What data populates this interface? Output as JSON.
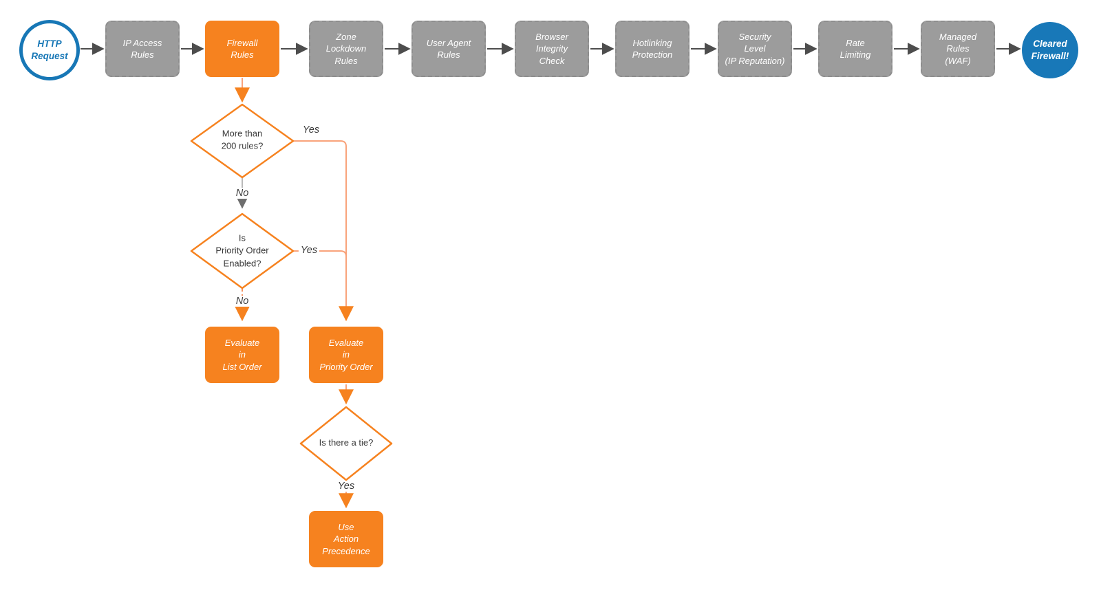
{
  "diagram": {
    "type": "flowchart",
    "palette": {
      "orange": "#F6821F",
      "orange_light_line": "#F9A37B",
      "blue": "#1878B8",
      "gray_node": "#9C9C9C",
      "arrow_gray": "#4D4D4D",
      "text_dark": "#3A3A3A"
    },
    "start": {
      "label": "HTTP\nRequest"
    },
    "end": {
      "label": "Cleared\nFirewall!"
    },
    "top_row": [
      {
        "label": "IP Access\nRules",
        "style": "gray"
      },
      {
        "label": "Firewall\nRules",
        "style": "orange"
      },
      {
        "label": "Zone\nLockdown\nRules",
        "style": "gray"
      },
      {
        "label": "User Agent\nRules",
        "style": "gray"
      },
      {
        "label": "Browser\nIntegrity\nCheck",
        "style": "gray"
      },
      {
        "label": "Hotlinking\nProtection",
        "style": "gray"
      },
      {
        "label": "Security\nLevel\n(IP Reputation)",
        "style": "gray"
      },
      {
        "label": "Rate\nLimiting",
        "style": "gray"
      },
      {
        "label": "Managed\nRules\n(WAF)",
        "style": "gray"
      }
    ],
    "decisions": [
      {
        "label": "More than\n200 rules?"
      },
      {
        "label": "Is\nPriority Order\nEnabled?"
      },
      {
        "label": "Is there a tie?"
      }
    ],
    "actions": [
      {
        "label": "Evaluate\nin\nList Order"
      },
      {
        "label": "Evaluate\nin\nPriority Order"
      },
      {
        "label": "Use\nAction\nPrecedence"
      }
    ],
    "edge_labels": {
      "d1_yes": "Yes",
      "d1_no": "No",
      "d2_yes": "Yes",
      "d2_no": "No",
      "d3_yes": "Yes"
    }
  }
}
